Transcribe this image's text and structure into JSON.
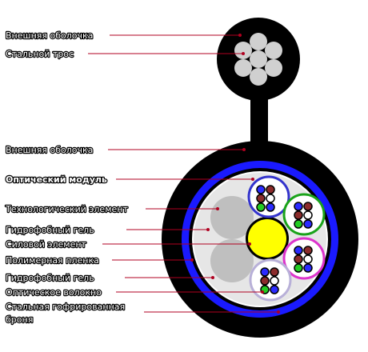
{
  "colors": {
    "jacket": "#000000",
    "armor_tube": "#1a1aff",
    "inner_fill": "#e6e6e6",
    "gel_ring": "#f2f2f2",
    "central_member": "#ffff00",
    "filler": "#bfbfbf",
    "tube_blue": "#3333cc",
    "tube_green": "#1aa31a",
    "tube_magenta": "#dd33cc",
    "tube_lilac": "#b8b0d8",
    "fiber_blue": "#2a2aff",
    "fiber_brown": "#8b2b2b",
    "fiber_green": "#22cc22",
    "fiber_white": "#ffffff",
    "leader": "#b00020"
  },
  "labels": [
    {
      "text": "Внешняя оболочка",
      "bold": false
    },
    {
      "text": "Стальной трос",
      "bold": false
    },
    {
      "text": "Внешняя оболочка",
      "bold": false
    },
    {
      "text": "Оптический модуль",
      "bold": true
    },
    {
      "text": "Технологический элемент",
      "bold": false
    },
    {
      "text": "Гидрофобный гель",
      "bold": false
    },
    {
      "text": "Силовой элемент",
      "bold": false
    },
    {
      "text": "Полимерная пленка",
      "bold": false
    },
    {
      "text": "Гидрофобный гель",
      "bold": false
    },
    {
      "text": "Оптическое волокно",
      "bold": false
    },
    {
      "text": "Стальная гофрированная",
      "bold": false
    },
    {
      "text": "броня",
      "bold": false
    }
  ]
}
